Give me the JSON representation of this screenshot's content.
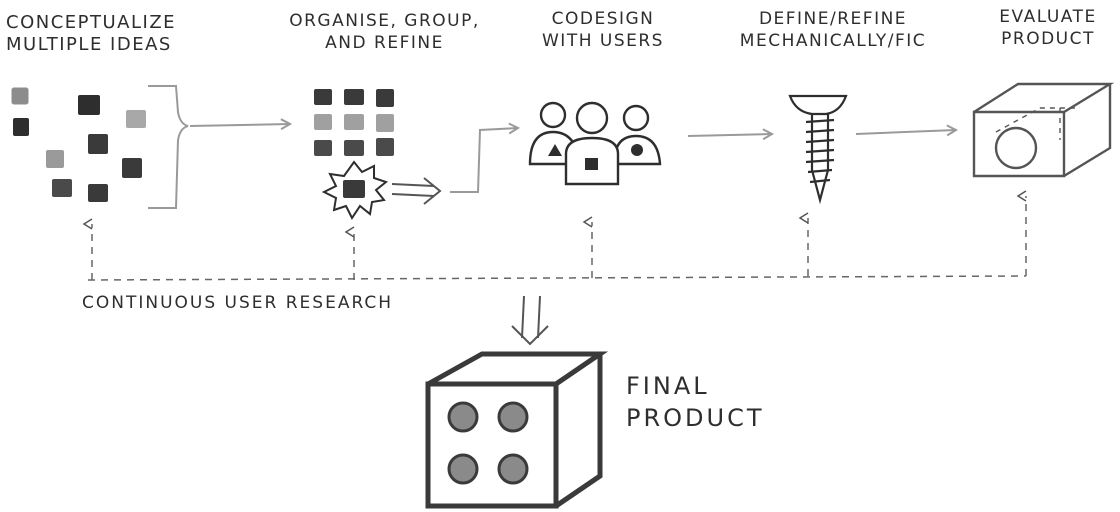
{
  "stages": [
    {
      "line1": "Conceptualize",
      "line2": "multiple ideas"
    },
    {
      "line1": "Organise, group,",
      "line2": "and refine"
    },
    {
      "line1": "Codesign",
      "line2": "with users"
    },
    {
      "line1": "Define/refine",
      "line2": "mechanically/fic"
    },
    {
      "line1": "Evaluate",
      "line2": "product"
    }
  ],
  "research_label": "Continuous user research",
  "final_product": {
    "line1": "Final",
    "line2": "product"
  },
  "colors": {
    "ink": "#2b2b2b",
    "grey": "#9a9a9a",
    "light_grey": "#b5b5b5"
  }
}
